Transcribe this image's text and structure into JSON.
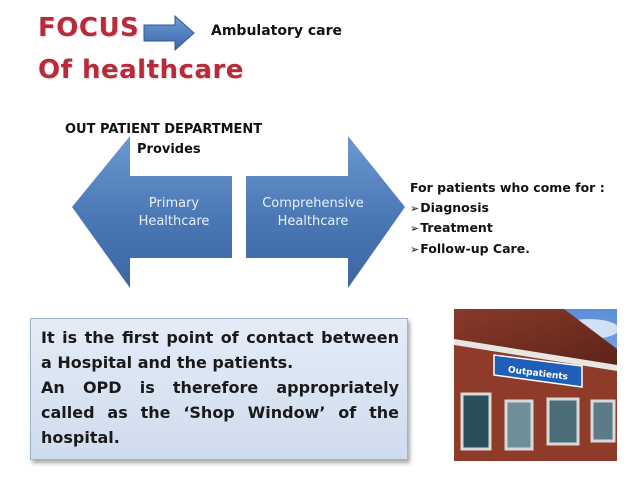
{
  "header": {
    "focus": "FOCUS",
    "of_healthcare": "Of healthcare",
    "ambulatory": "Ambulatory care"
  },
  "opd": {
    "title": "OUT PATIENT DEPARTMENT",
    "provides": "Provides",
    "left_arrow_label": [
      "Primary",
      "Healthcare"
    ],
    "right_arrow_label": [
      "Comprehensive",
      "Healthcare"
    ]
  },
  "patients": {
    "heading": "For patients who come for :",
    "items": [
      "Diagnosis",
      "Treatment",
      "Follow-up Care."
    ]
  },
  "info": {
    "line1": "It is the first point of contact between a Hospital and the patients.",
    "line2": "An OPD is therefore appropriately called as the ‘Shop Window’ of the hospital."
  },
  "photo": {
    "sign_text": "Outpatients"
  },
  "colors": {
    "title_red": "#b92a3a",
    "arrow_blue": "#4a78b5",
    "box_bg": "#dde6f3"
  }
}
